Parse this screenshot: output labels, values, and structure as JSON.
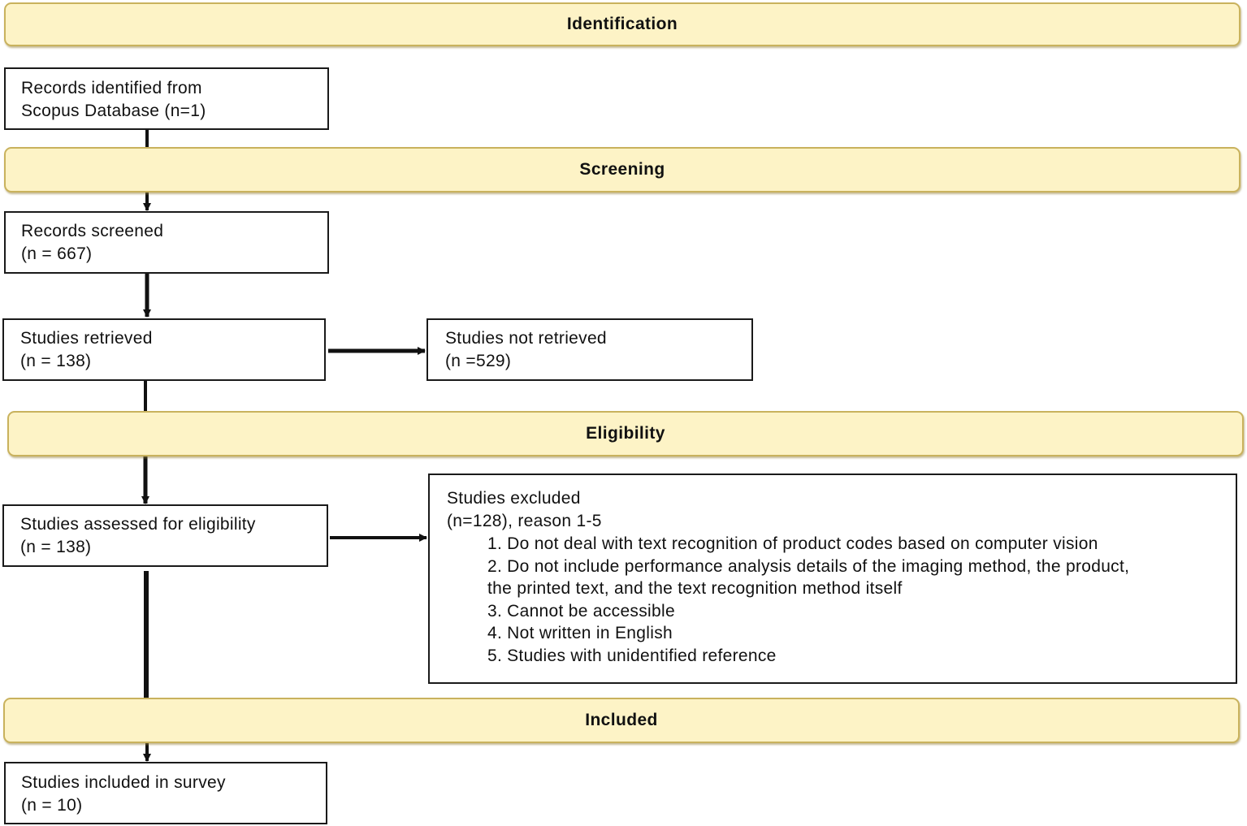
{
  "stages": {
    "identification": "Identification",
    "screening": "Screening",
    "eligibility": "Eligibility",
    "included": "Included"
  },
  "boxes": {
    "records_identified": {
      "line1": "Records identified from",
      "line2": "Scopus Database (n=1)"
    },
    "records_screened": {
      "line1": "Records screened",
      "line2": "(n = 667)"
    },
    "studies_retrieved": {
      "line1": "Studies retrieved",
      "line2": "(n = 138)"
    },
    "studies_not_retrieved": {
      "line1": "Studies not retrieved",
      "line2": "(n =529)"
    },
    "studies_assessed": {
      "line1": "Studies assessed for eligibility",
      "line2": "(n = 138)"
    },
    "studies_excluded": {
      "line1": "Studies excluded",
      "line2": "(n=128), reason 1-5",
      "reasons": [
        {
          "num": "1.",
          "text": "Do not deal with text recognition of product codes based on computer vision"
        },
        {
          "num": "2.",
          "text": "Do not include performance analysis details of the imaging method, the product,",
          "cont": "the printed text, and the text recognition method itself"
        },
        {
          "num": "3.",
          "text": "Cannot be accessible"
        },
        {
          "num": "4.",
          "text": "Not written in English"
        },
        {
          "num": "5.",
          "text": "Studies with unidentified reference"
        }
      ]
    },
    "studies_included": {
      "line1": "Studies included in survey",
      "line2": "(n = 10)"
    }
  }
}
